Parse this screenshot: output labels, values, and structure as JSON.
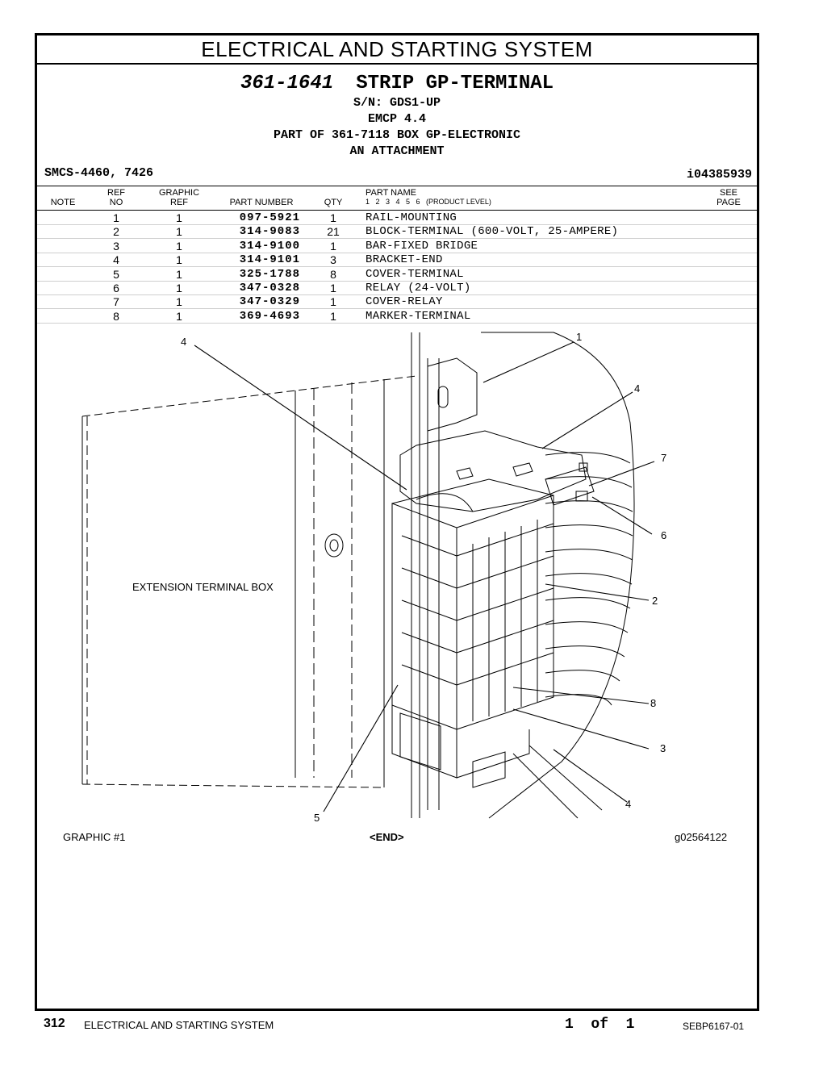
{
  "section_title": "ELECTRICAL AND STARTING SYSTEM",
  "part": {
    "number": "361-1641",
    "name": "STRIP GP-TERMINAL",
    "lines": [
      "S/N: GDS1-UP",
      "EMCP 4.4",
      "PART OF 361-7118 BOX GP-ELECTRONIC",
      "AN ATTACHMENT"
    ]
  },
  "smcs": "SMCS-4460, 7426",
  "illustration_id": "i04385939",
  "columns": {
    "note": "NOTE",
    "ref_top": "REF",
    "ref_bottom": "NO",
    "graphic_top": "GRAPHIC",
    "graphic_bottom": "REF",
    "part_number": "PART NUMBER",
    "qty": "QTY",
    "part_name": "PART NAME",
    "levels": "1   2   3   4   5   6   (PRODUCT LEVEL)",
    "see_top": "SEE",
    "see_bottom": "PAGE"
  },
  "rows": [
    {
      "ref": "1",
      "graphic": "1",
      "part_number": "097-5921",
      "qty": "1",
      "name": "RAIL-MOUNTING"
    },
    {
      "ref": "2",
      "graphic": "1",
      "part_number": "314-9083",
      "qty": "21",
      "name": "BLOCK-TERMINAL (600-VOLT, 25-AMPERE)"
    },
    {
      "ref": "3",
      "graphic": "1",
      "part_number": "314-9100",
      "qty": "1",
      "name": "BAR-FIXED BRIDGE"
    },
    {
      "ref": "4",
      "graphic": "1",
      "part_number": "314-9101",
      "qty": "3",
      "name": "BRACKET-END"
    },
    {
      "ref": "5",
      "graphic": "1",
      "part_number": "325-1788",
      "qty": "8",
      "name": "COVER-TERMINAL"
    },
    {
      "ref": "6",
      "graphic": "1",
      "part_number": "347-0328",
      "qty": "1",
      "name": "RELAY (24-VOLT)"
    },
    {
      "ref": "7",
      "graphic": "1",
      "part_number": "347-0329",
      "qty": "1",
      "name": "COVER-RELAY"
    },
    {
      "ref": "8",
      "graphic": "1",
      "part_number": "369-4693",
      "qty": "1",
      "name": "MARKER-TERMINAL"
    }
  ],
  "drawing": {
    "box_label": "EXTENSION TERMINAL BOX",
    "callouts": [
      "4",
      "1",
      "4",
      "7",
      "6",
      "2",
      "8",
      "3",
      "4",
      "5"
    ],
    "graphic_label": "GRAPHIC #1",
    "end_label": "<END>",
    "graphic_id": "g02564122"
  },
  "footer": {
    "page_number": "312",
    "section": "ELECTRICAL AND STARTING SYSTEM",
    "page_count": "1  of  1",
    "doc_id": "SEBP6167-01"
  }
}
